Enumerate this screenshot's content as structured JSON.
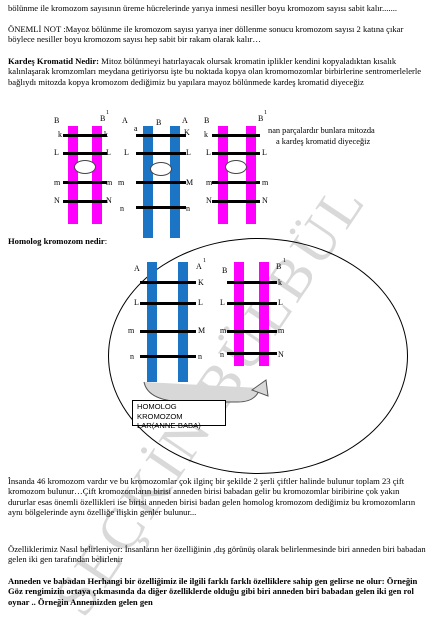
{
  "paragraphs": {
    "p1": "bölünme ile kromozom sayısının üreme hücrelerinde yarıya inmesi nesiller boyu kromozom sayısı sabit kalır.......",
    "p2": "ÖNEMLİ NOT :Mayoz bölünme ile kromozom sayısı yarıya iner döllenme sonucu kromozom sayısı 2 katına çıkar böylece nesiller boyu kromozom sayısı hep sabit bir rakam olarak kalır…",
    "p3_head": "Kardeş Kromatid Nedir:",
    "p3_body": " Mitoz bölünmeyi hatırlayacak olursak  kromatin iplikler kendini kopyaladıktan kısalık kalınlaşarak kromzomları meydana getiriyorsu işte bu noktada kopya olan kromomozomlar birbirlerine sentromerlelerle bağlıydı mitozda kopya kromozom dediğimiz bu yapılara mayoz bölünmede kardeş kromatid diyeceğiz",
    "homolog_head": "Homolog kromozom nedir",
    "homolog_colon": ":",
    "dot": ".",
    "p4": "İnsanda 46 kromozom vardır ve bu kromozomlar çok ilginç bir şekilde 2 şerli çiftler halinde bulunur  toplam 23 çift kromozom bulunur…Çift kromozomların birisi anneden birisi babadan gelir bu kromozomlar biribirine çok yakın dururlar esas önemli özellikleri ise birisi anneden birisi badan gelen homolog kromozom dediğimiz bu kromozomların aynı bölgelerinde aynı özelliğe ilişkin genler bulunur...",
    "p5": "Özelliklerimiz Nasıl belirleniyor: İnsanların her özelliğinin ,dış görünüş olarak belirlenmesinde biri anneden biri babadan   gelen  iki gen  tarafından belirlenir",
    "p6": "Anneden ve babadan Herhangi bir özelliğimiz ile ilgili farklı farklı özelliklere sahip gen gelirse ne olur: Örneğin Göz rengimizin ortaya çıkmasında da diğer özelliklerde olduğu gibi biri anneden biri babadan gelen iki gen rol oynar .. Örneğin Annemizden gelen  gen"
  },
  "diagram1": {
    "overlay_text": "nan parçalardır bunlara mitozda",
    "overlay_text2": "a kardeş kromatid diyeceğiz",
    "labels": {
      "B": "B",
      "B1": "B",
      "sup1": "1",
      "k": "k",
      "K": "K",
      "L": "L",
      "m": "m",
      "M": "M",
      "N": "N",
      "n": "n",
      "A": "A",
      "a": "a"
    }
  },
  "diagram2": {
    "box_label": "HOMOLOG KROMOZOM LAR(ANNE-BABA)",
    "labels": {
      "A": "A",
      "A1": "A",
      "sup1": "1",
      "B": "B",
      "B1": "B",
      "K": "K",
      "k": "k",
      "L": "L",
      "m": "m",
      "M": "M",
      "n": "n",
      "N": "N"
    }
  },
  "watermark": "SEÇKİN BÜLBÜL",
  "colors": {
    "magenta": "#ff00ff",
    "blue": "#1c74c4"
  }
}
